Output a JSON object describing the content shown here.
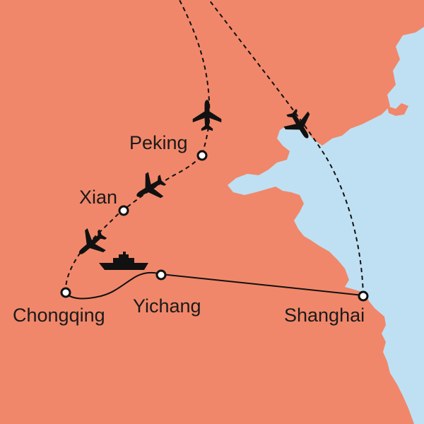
{
  "colors": {
    "land": "#f1876a",
    "water": "#bfe0f3",
    "route": "#111111",
    "city_dot_fill": "#ffffff",
    "city_dot_stroke": "#111111"
  },
  "cities": {
    "peking": "Peking",
    "xian": "Xian",
    "chongqing": "Chongqing",
    "yichang": "Yichang",
    "shanghai": "Shanghai"
  },
  "icons": {
    "flight": "airplane-icon",
    "cruise": "ship-icon"
  }
}
